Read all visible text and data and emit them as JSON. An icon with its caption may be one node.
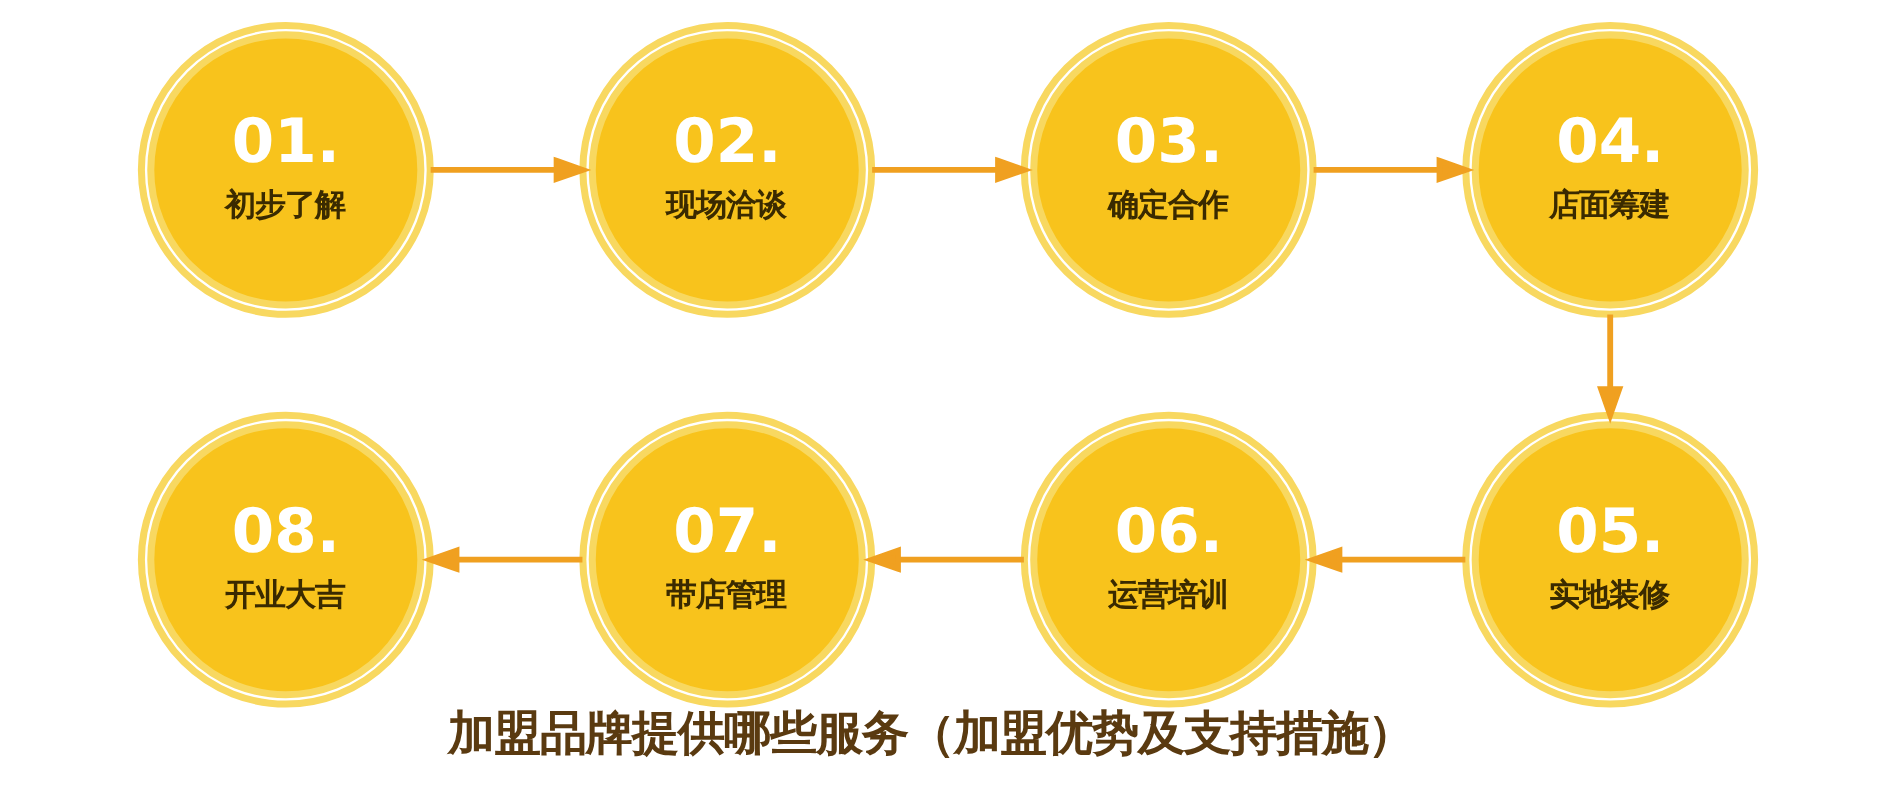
{
  "diagram": {
    "title": "加盟品牌提供哪些服务（加盟优势及支持措施）",
    "nodes": [
      {
        "text": [
          "01.",
          "初步了解"
        ]
      },
      {
        "text": [
          "02.",
          "现场洽谈"
        ]
      },
      {
        "text": [
          "03.",
          "确定合作"
        ]
      },
      {
        "text": [
          "04.",
          "店面筹建"
        ]
      },
      {
        "text": [
          "05.",
          "实地装修"
        ]
      },
      {
        "text": [
          "06.",
          "运营培训"
        ]
      },
      {
        "text": [
          "07.",
          "带店管理"
        ]
      },
      {
        "text": [
          "08.",
          "开业大吉"
        ]
      }
    ],
    "edges": [
      {
        "from": 0,
        "to": 1,
        "arrow": "to"
      },
      {
        "from": 1,
        "to": 2,
        "arrow": "to"
      },
      {
        "from": 2,
        "to": 3,
        "arrow": "to"
      },
      {
        "from": 3,
        "to": 4,
        "arrow": "to"
      },
      {
        "from": 4,
        "to": 5,
        "arrow": "to"
      },
      {
        "from": 5,
        "to": 6,
        "arrow": "to"
      },
      {
        "from": 6,
        "to": 7,
        "arrow": "to"
      }
    ]
  }
}
